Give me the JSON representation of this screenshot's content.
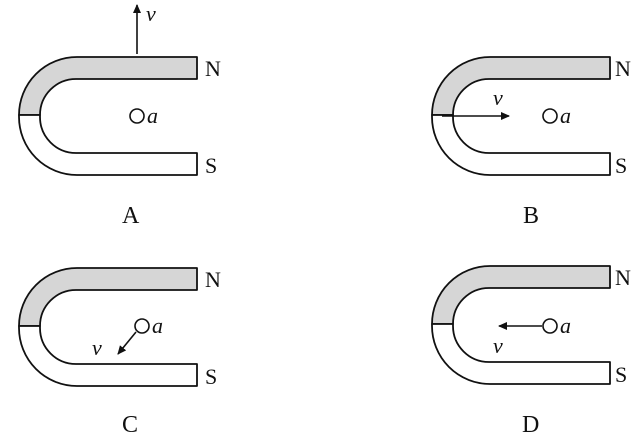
{
  "panels": [
    {
      "id": "A",
      "caption": "A",
      "north_label": "N",
      "south_label": "S",
      "velocity_label": "v",
      "particle_label": "a",
      "velocity_direction": "up"
    },
    {
      "id": "B",
      "caption": "B",
      "north_label": "N",
      "south_label": "S",
      "velocity_label": "v",
      "particle_label": "a",
      "velocity_direction": "right"
    },
    {
      "id": "C",
      "caption": "C",
      "north_label": "N",
      "south_label": "S",
      "velocity_label": "v",
      "particle_label": "a",
      "velocity_direction": "down-left"
    },
    {
      "id": "D",
      "caption": "D",
      "north_label": "N",
      "south_label": "S",
      "velocity_label": "v",
      "particle_label": "a",
      "velocity_direction": "left"
    }
  ],
  "colors": {
    "north_fill": "#d6d6d6",
    "south_fill": "#ffffff",
    "stroke": "#111111"
  }
}
